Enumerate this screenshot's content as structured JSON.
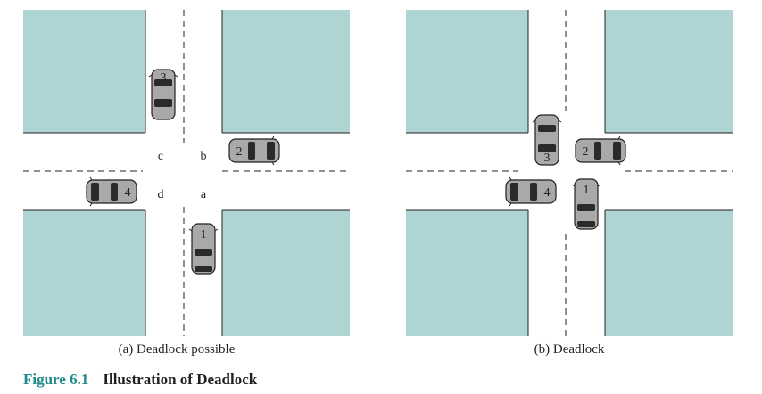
{
  "colors": {
    "block_fill": "#aed5d3",
    "car_body": "#a9a9a9",
    "car_glass": "#2a2a2a",
    "figure_number": "#1f8a8a"
  },
  "panel_a": {
    "caption": "(a) Deadlock possible",
    "zones": {
      "a": "a",
      "b": "b",
      "c": "c",
      "d": "d"
    },
    "cars": {
      "car1": "1",
      "car2": "2",
      "car3": "3",
      "car4": "4"
    }
  },
  "panel_b": {
    "caption": "(b) Deadlock",
    "cars": {
      "car1": "1",
      "car2": "2",
      "car3": "3",
      "car4": "4"
    }
  },
  "figure": {
    "number": "Figure 6.1",
    "title": "Illustration of Deadlock"
  }
}
